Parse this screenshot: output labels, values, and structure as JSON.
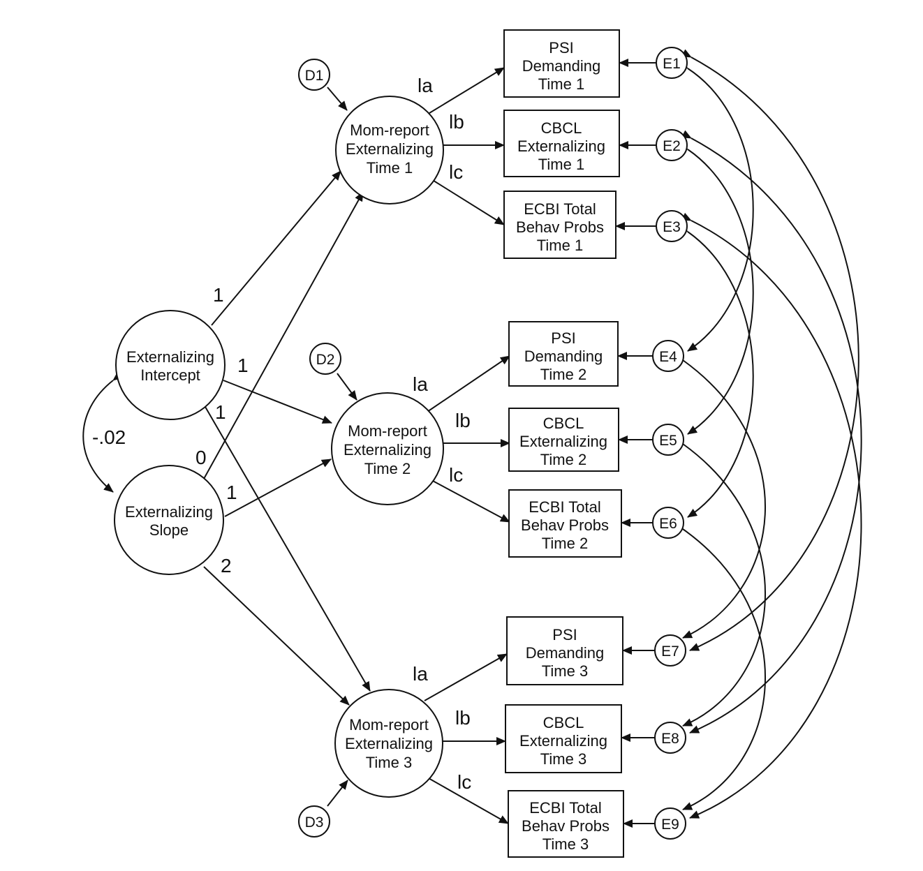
{
  "latent_factors": {
    "intercept": [
      "Externalizing",
      "Intercept"
    ],
    "slope": [
      "Externalizing",
      "Slope"
    ]
  },
  "time_factors": [
    [
      "Mom-report",
      "Externalizing",
      "Time 1"
    ],
    [
      "Mom-report",
      "Externalizing",
      "Time 2"
    ],
    [
      "Mom-report",
      "Externalizing",
      "Time 3"
    ]
  ],
  "disturbances": [
    "D1",
    "D2",
    "D3"
  ],
  "indicators": [
    [
      "PSI",
      "Demanding",
      "Time 1"
    ],
    [
      "CBCL",
      "Externalizing",
      "Time 1"
    ],
    [
      "ECBI Total",
      "Behav Probs",
      "Time 1"
    ],
    [
      "PSI",
      "Demanding",
      "Time 2"
    ],
    [
      "CBCL",
      "Externalizing",
      "Time 2"
    ],
    [
      "ECBI Total",
      "Behav Probs",
      "Time 2"
    ],
    [
      "PSI",
      "Demanding",
      "Time 3"
    ],
    [
      "CBCL",
      "Externalizing",
      "Time 3"
    ],
    [
      "ECBI Total",
      "Behav Probs",
      "Time 3"
    ]
  ],
  "errors": [
    "E1",
    "E2",
    "E3",
    "E4",
    "E5",
    "E6",
    "E7",
    "E8",
    "E9"
  ],
  "loadings": {
    "intercept": [
      "1",
      "1",
      "1"
    ],
    "slope": [
      "0",
      "1",
      "2"
    ],
    "indicator": [
      "la",
      "lb",
      "lc"
    ]
  },
  "covariance": "-.02"
}
